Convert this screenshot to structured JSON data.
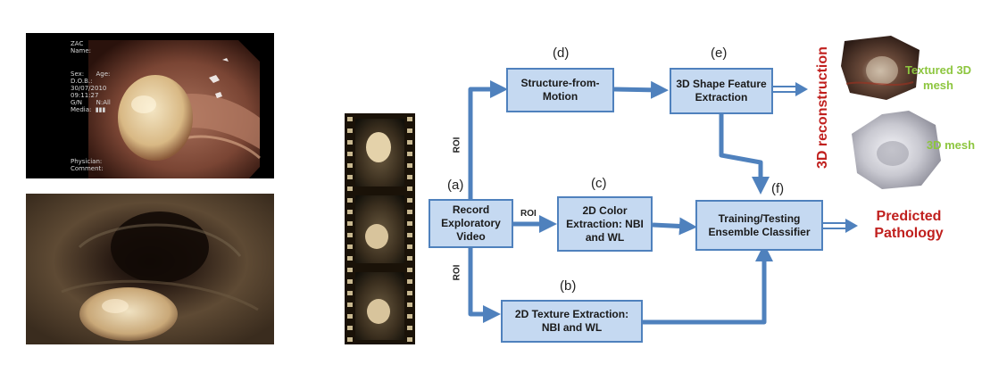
{
  "endoscopy": {
    "top_overlay": {
      "patient": "ZAC\nName:",
      "info": "Sex:      Age:\nD.O.B.:\n30/07/2010\n09:11:27\nG/N       N:All\nMedia:  ▮▮▮",
      "physician": "Physician:\nComment:"
    }
  },
  "steps": {
    "a": {
      "letter": "(a)",
      "text": "Record Exploratory Video"
    },
    "b": {
      "letter": "(b)",
      "text": "2D Texture Extraction: NBI and WL"
    },
    "c": {
      "letter": "(c)",
      "text": "2D Color Extraction: NBI and WL"
    },
    "d": {
      "letter": "(d)",
      "text": "Structure-from-Motion"
    },
    "e": {
      "letter": "(e)",
      "text": "3D Shape Feature Extraction"
    },
    "f": {
      "letter": "(f)",
      "text": "Training/Testing Ensemble Classifier"
    }
  },
  "roi_label": "ROI",
  "outputs": {
    "predicted": "Predicted Pathology",
    "reconstruction": "3D reconstruction",
    "textured_mesh": "Textured 3D mesh",
    "mesh": "3D mesh"
  },
  "colors": {
    "arrow": "#4f81bd",
    "box_fill": "#c5d9f1",
    "box_border": "#4f81bd",
    "red_text": "#c0201e",
    "green_text": "#8dc63f"
  }
}
